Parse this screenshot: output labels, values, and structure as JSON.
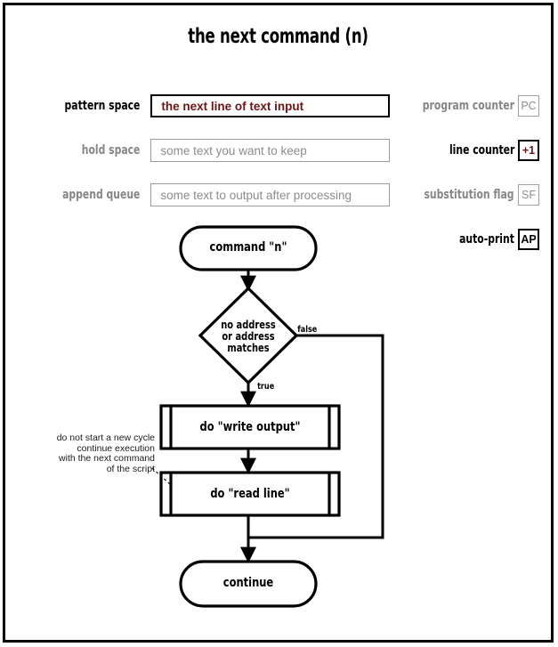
{
  "title": "the next command (n)",
  "registers": [
    {
      "label": "pattern space",
      "value": "the next line of text input",
      "state": "active",
      "name": "pattern-space"
    },
    {
      "label": "hold space",
      "value": "some text you want to keep",
      "state": "inactive",
      "name": "hold-space"
    },
    {
      "label": "append queue",
      "value": "some text to output after processing",
      "state": "inactive",
      "name": "append-queue"
    }
  ],
  "flags": [
    {
      "label": "program counter",
      "chip": "PC",
      "state": "inactive",
      "color": "gray",
      "name": "program-counter"
    },
    {
      "label": "line counter",
      "chip": "+1",
      "state": "active",
      "color": "red",
      "name": "line-counter"
    },
    {
      "label": "substitution flag",
      "chip": "SF",
      "state": "inactive",
      "color": "gray",
      "name": "substitution-flag"
    },
    {
      "label": "auto-print",
      "chip": "AP",
      "state": "active",
      "color": "black",
      "name": "auto-print"
    }
  ],
  "flowchart": {
    "start_label": "command \"n\"",
    "decision_line1": "no address",
    "decision_line2": "or address",
    "decision_line3": "matches",
    "edge_false": "false",
    "edge_true": "true",
    "process1_label": "do \"write output\"",
    "process2_label": "do \"read line\"",
    "end_label": "continue"
  },
  "annotation": {
    "line1": "do not start a new cycle",
    "line2": "continue execution",
    "line3": "with the next command",
    "line4": "of the script"
  },
  "colors": {
    "active_text": "#6b1414",
    "inactive_text": "#8c8c8c",
    "stroke": "#000000"
  }
}
